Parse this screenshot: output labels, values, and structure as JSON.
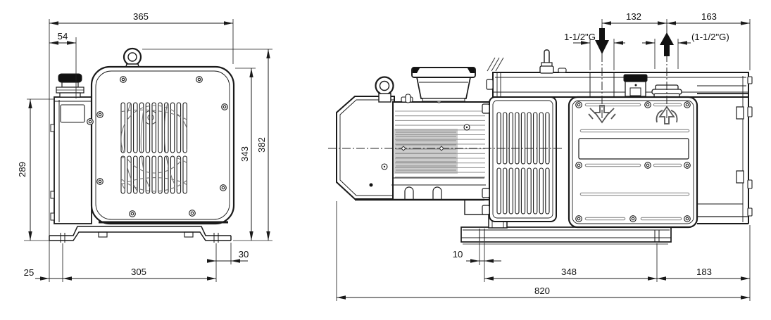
{
  "drawing": {
    "kind": "vacuum pump dimensional drawing",
    "end_view": {
      "dims": {
        "overall_width": "365",
        "cap_offset": "54",
        "tank_height": "289",
        "housing_height": "343",
        "overall_height": "382",
        "foot_left_offset": "25",
        "foot_hole_span": "305",
        "foot_right_offset": "30"
      }
    },
    "side_view": {
      "dims": {
        "inlet_to_outlet": "132",
        "outlet_to_end": "163",
        "foot_slot_width": "10",
        "foot_hole_span": "348",
        "hole_to_end": "183",
        "overall_length": "820"
      },
      "labels": {
        "inlet_port": "1-1/2\"G",
        "outlet_port": "(1-1/2\"G)"
      }
    }
  }
}
